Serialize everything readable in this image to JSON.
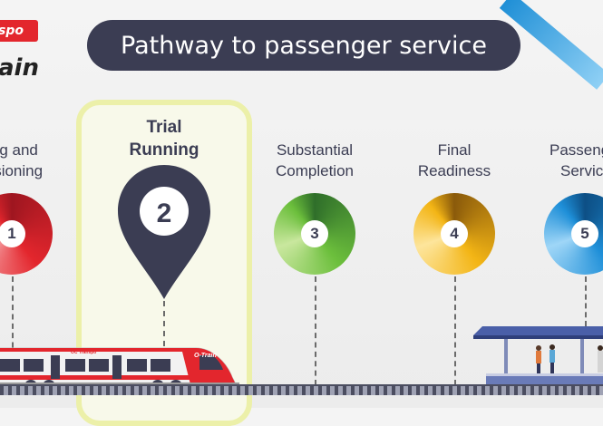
{
  "logo": {
    "badge_text": "spo",
    "brand_text": "ain"
  },
  "title": "Pathway to passenger service",
  "stages": [
    {
      "number": "1",
      "label_line1": "ing and",
      "label_line2": "issioning",
      "color": "#e3262d"
    },
    {
      "number": "2",
      "label_line1": "Trial",
      "label_line2": "Running",
      "color": "#3b3d53",
      "current": true
    },
    {
      "number": "3",
      "label_line1": "Substantial",
      "label_line2": "Completion",
      "color": "#6cbf3c"
    },
    {
      "number": "4",
      "label_line1": "Final",
      "label_line2": "Readiness",
      "color": "#f3b515"
    },
    {
      "number": "5",
      "label_line1": "Passeng",
      "label_line2": "Servic",
      "color": "#1e8fd8"
    }
  ],
  "train": {
    "brand_text": "OC Transpo",
    "logo_text": "O-Train"
  },
  "colors": {
    "title_bg": "#3b3d53",
    "highlight_border": "#ecf0a9",
    "accent_red": "#e3262d"
  }
}
